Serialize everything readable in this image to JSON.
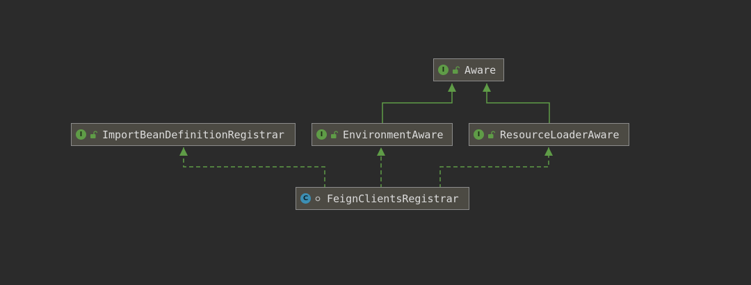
{
  "diagram": {
    "nodes": [
      {
        "id": "aware",
        "label": "Aware",
        "kind": "interface",
        "kind_letter": "I",
        "modifier_icon": "unlocked-icon"
      },
      {
        "id": "import-bean-definition-registrar",
        "label": "ImportBeanDefinitionRegistrar",
        "kind": "interface",
        "kind_letter": "I",
        "modifier_icon": "unlocked-icon"
      },
      {
        "id": "environment-aware",
        "label": "EnvironmentAware",
        "kind": "interface",
        "kind_letter": "I",
        "modifier_icon": "unlocked-icon"
      },
      {
        "id": "resource-loader-aware",
        "label": "ResourceLoaderAware",
        "kind": "interface",
        "kind_letter": "I",
        "modifier_icon": "unlocked-icon"
      },
      {
        "id": "feign-clients-registrar",
        "label": "FeignClientsRegistrar",
        "kind": "class",
        "kind_letter": "C",
        "modifier_icon": "package-private-icon"
      }
    ],
    "edges": [
      {
        "from": "environment-aware",
        "to": "aware",
        "type": "extends"
      },
      {
        "from": "resource-loader-aware",
        "to": "aware",
        "type": "extends"
      },
      {
        "from": "feign-clients-registrar",
        "to": "import-bean-definition-registrar",
        "type": "implements"
      },
      {
        "from": "feign-clients-registrar",
        "to": "environment-aware",
        "type": "implements"
      },
      {
        "from": "feign-clients-registrar",
        "to": "resource-loader-aware",
        "type": "implements"
      }
    ],
    "colors": {
      "background": "#2b2b2b",
      "node_fill": "#4c4a43",
      "node_border": "#8c8c8c",
      "text": "#dcdcdc",
      "edge": "#5f9c47",
      "interface_badge": "#5f9c47",
      "class_badge": "#3c8fb4"
    }
  }
}
